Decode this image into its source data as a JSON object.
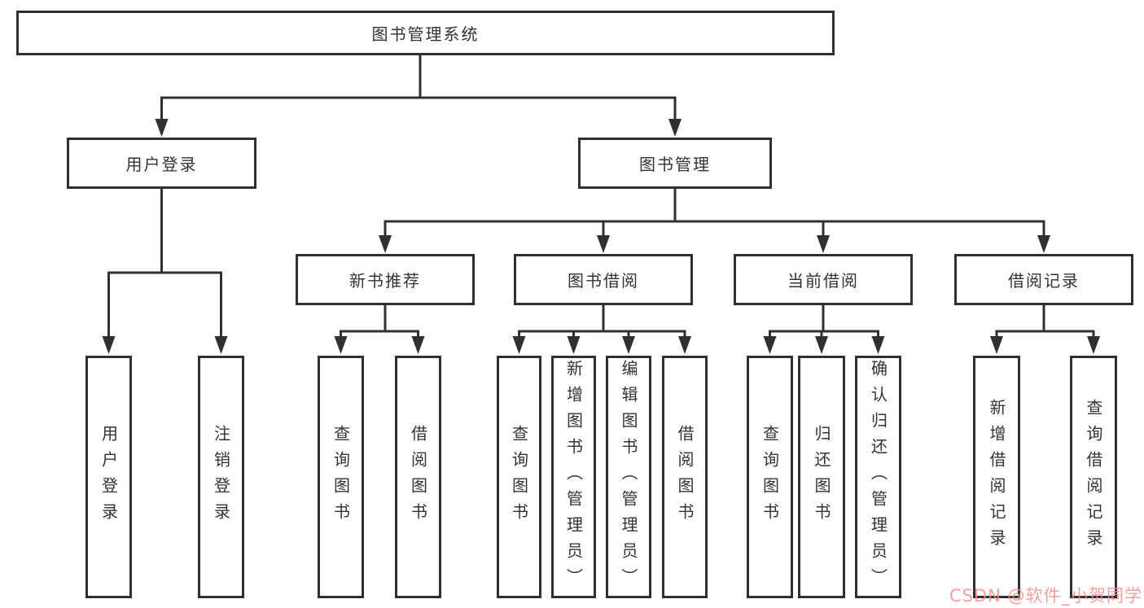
{
  "colors": {
    "line": "#303030",
    "text": "#333333",
    "watermark": "#f08f8f"
  },
  "nodes": {
    "root": "图书管理系统",
    "user_login": "用户登录",
    "book_management": "图书管理",
    "new_book_recommend": "新书推荐",
    "book_borrow": "图书借阅",
    "current_borrow": "当前借阅",
    "borrow_records": "借阅记录",
    "ul_user_login": "用户登录",
    "ul_logout": "注销登录",
    "nb_query_books": "查询图书",
    "nb_borrow_books": "借阅图书",
    "bb_query_books": "查询图书",
    "bb_add_books": "新增图书（管理员）",
    "bb_edit_books": "编辑图书（管理员）",
    "bb_borrow_books": "借阅图书",
    "cb_query_books": "查询图书",
    "cb_return_books": "归还图书",
    "cb_confirm_return": "确认归还（管理员）",
    "br_add_record": "新增借阅记录",
    "br_query_record": "查询借阅记录"
  },
  "watermark": {
    "text": "CSDN @软件_小贺同学",
    "color": "#f08f8f"
  }
}
